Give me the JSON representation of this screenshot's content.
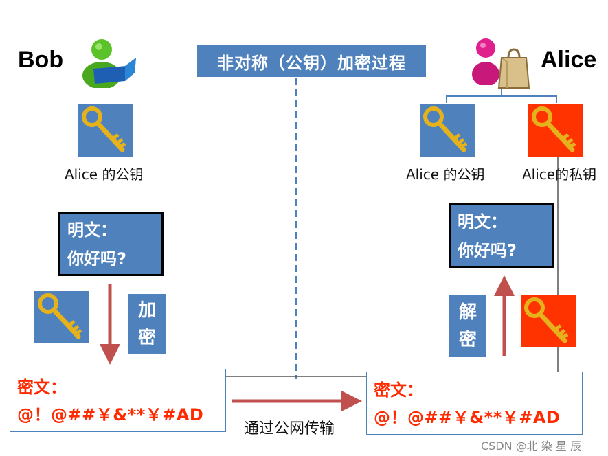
{
  "title": "非对称（公钥）加密过程",
  "bob": {
    "name": "Bob",
    "key_caption": "Alice 的公钥"
  },
  "alice": {
    "name": "Alice",
    "public_key_caption": "Alice 的公钥",
    "private_key_caption": "Alice的私钥"
  },
  "plaintext": {
    "line1": "明文：",
    "line2": "你好吗?"
  },
  "encrypt": {
    "char1": "加",
    "char2": "密"
  },
  "decrypt": {
    "char1": "解",
    "char2": "密"
  },
  "ciphertext": {
    "line1": "密文：",
    "line2": "@！@##￥&**￥#AD"
  },
  "transfer_label": "通过公网传输",
  "watermark": "CSDN @北 染 星 辰",
  "colors": {
    "blue": "#4f81bd",
    "red_key": "#ff3300",
    "cipher_text": "#ff2a00",
    "arrow": "#c0504d"
  },
  "icons": [
    "user-green-icon",
    "user-pink-icon",
    "shopping-bag-icon",
    "key-icon"
  ]
}
